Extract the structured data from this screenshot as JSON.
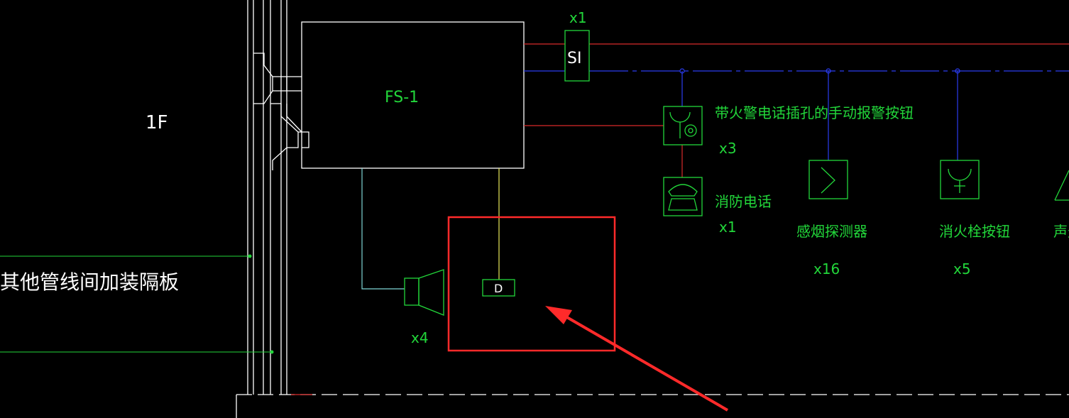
{
  "colors": {
    "background": "#000000",
    "white": "#ffffff",
    "green": "#22d63a",
    "red": "#d92b2b",
    "blue": "#2a3cf0",
    "cyan": "#7fd6d6",
    "yellow": "#e8e85a",
    "highlight": "#ff2a2a"
  },
  "labels": {
    "floor": "1F",
    "partition_note": "其他管线间加装隔板",
    "panel": "FS-1",
    "si_box": "SI",
    "si_count": "x1",
    "manual_alarm": "带火警电话插孔的手动报警按钮",
    "manual_alarm_count": "x3",
    "fire_phone": "消防电话",
    "fire_phone_count": "x1",
    "smoke_detector": "感烟探测器",
    "smoke_detector_count": "x16",
    "hydrant_button": "消火栓按钮",
    "hydrant_button_count": "x5",
    "sound_light_partial": "声光",
    "speaker_count": "x4",
    "d_box": "D"
  }
}
